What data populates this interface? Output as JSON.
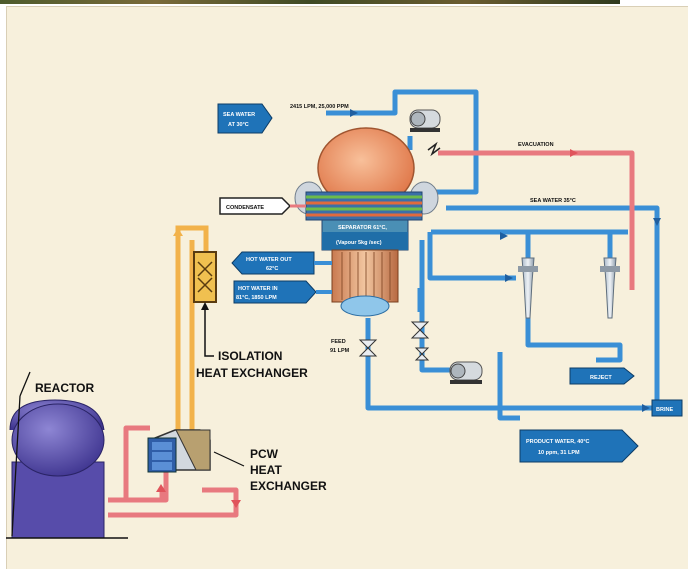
{
  "labels": {
    "sea_water_in": [
      "SEA WATER",
      "AT 30°C"
    ],
    "sea_water_flow": "2415 LPM, 25,000 PPM",
    "evacuation": "EVACUATION",
    "sea_water_35": "SEA WATER 35°C",
    "condensate": "CONDENSATE",
    "separator": [
      "SEPARATOR 61°C,",
      "(Vapour 5kg /sec)"
    ],
    "hot_water_out": [
      "HOT WATER OUT",
      "62°C"
    ],
    "hot_water_in": [
      "HOT WATER IN",
      "81°C, 1850 LPM"
    ],
    "feed": [
      "FEED",
      "91 LPM"
    ],
    "isolation_hx": [
      "ISOLATION",
      "HEAT EXCHANGER"
    ],
    "reactor": "REACTOR",
    "pcw_hx": [
      "PCW",
      "HEAT",
      "EXCHANGER"
    ],
    "reject": "REJECT",
    "brine": "BRINE",
    "product_water": [
      "PRODUCT WATER, 40°C",
      "10 ppm, 31 LPM"
    ]
  },
  "colors": {
    "sea_water_pipe": "#3a8fd6",
    "hot_pipe": "#e8797f",
    "yellow_pipe": "#f2b24a",
    "vessel_dome": "#f09a6a",
    "reactor": "#6a5fb3",
    "label_box": "#1f73b8",
    "background": "#f7f0dc"
  }
}
